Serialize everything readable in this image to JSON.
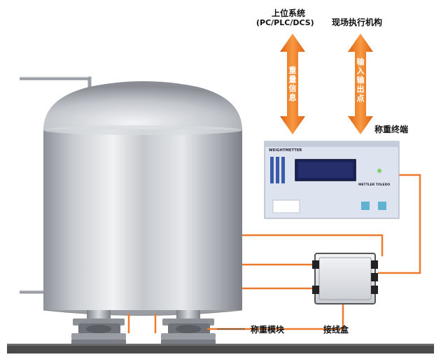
{
  "labels": {
    "upper_system_line1": "上位系统",
    "upper_system_line2": "(PC/PLC/DCS)",
    "field_actuator": "现场执行机构",
    "weight_info": "重量信息",
    "io_points": "输入输出点",
    "weighing_terminal": "称重终端",
    "weighing_module": "称重模块",
    "junction_box": "接线盒"
  },
  "terminal": {
    "model_text": "WEIGHTMETTER",
    "brand_text": "METTLER TOLEDO"
  },
  "colors": {
    "arrow_orange": "#f07a24",
    "cable_orange": "#ee7a2e",
    "tank_steel": "#b9bcc2",
    "terminal_blue": "#dde3ef",
    "display_dark": "#1b2458",
    "button_cyan": "#5fb2d2",
    "ground": "#4a4a4a"
  }
}
